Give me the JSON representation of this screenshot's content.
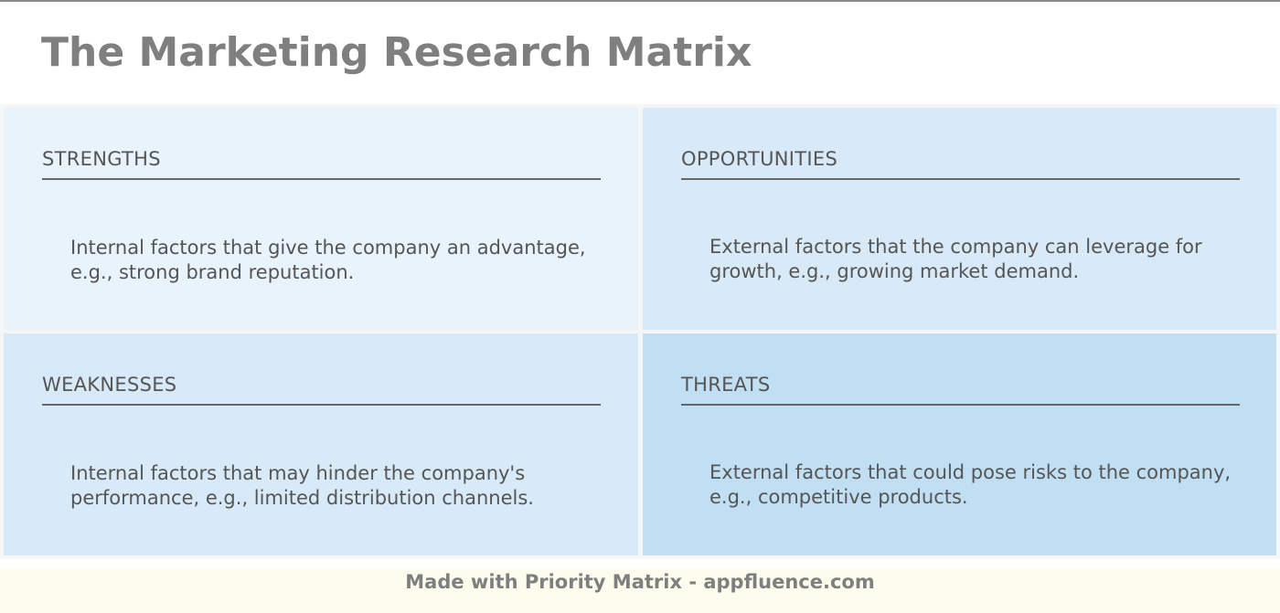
{
  "title": "The Marketing Research Matrix",
  "quadrants": [
    {
      "heading": "STRENGTHS",
      "text": "Internal factors that give the company an advantage, e.g., strong brand reputation.",
      "color": "#e8f3fb"
    },
    {
      "heading": "OPPORTUNITIES",
      "text": "External factors that the company can leverage for growth, e.g., growing market demand.",
      "color": "#d8e9f7"
    },
    {
      "heading": "WEAKNESSES",
      "text": "Internal factors that may hinder the company's performance, e.g., limited distribution channels.",
      "color": "#d8e9f7"
    },
    {
      "heading": "THREATS",
      "text": "External factors that could pose risks to the company, e.g., competitive products.",
      "color": "#c1dff3"
    }
  ],
  "footer": "Made with Priority Matrix - appfluence.com"
}
